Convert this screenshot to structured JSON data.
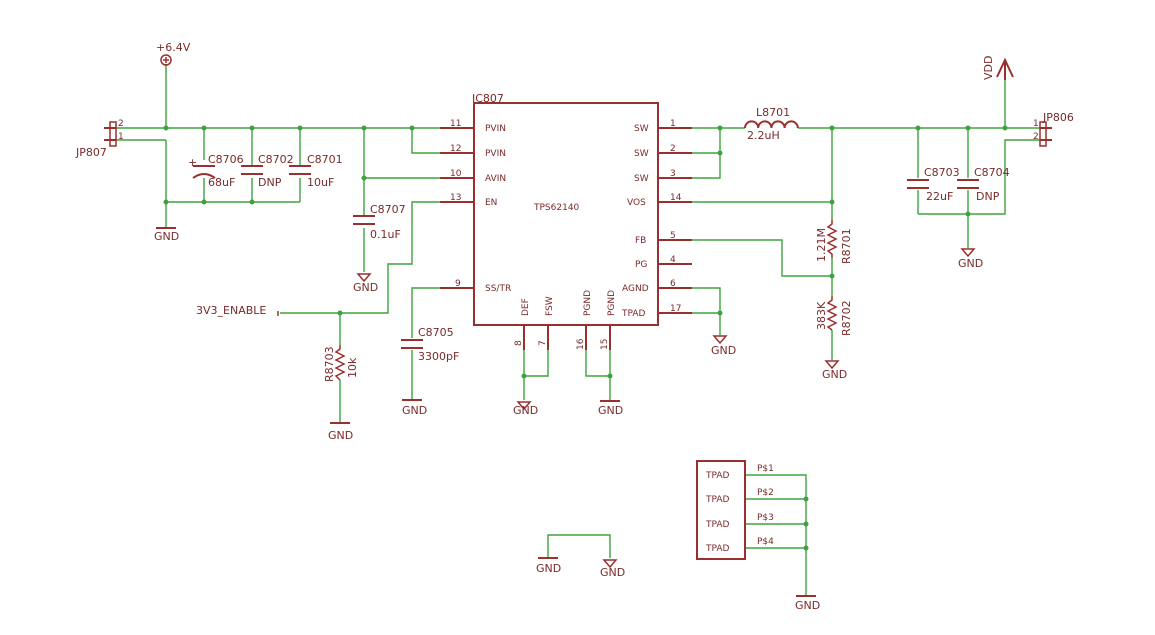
{
  "power": {
    "p64": "+6.4V",
    "vdd": "VDD",
    "enable": "3V3_ENABLE"
  },
  "ic": {
    "ref": "IC807",
    "value": "TPS62140",
    "pins_left": [
      {
        "name": "PVIN",
        "num": "11"
      },
      {
        "name": "PVIN",
        "num": "12"
      },
      {
        "name": "AVIN",
        "num": "10"
      },
      {
        "name": "EN",
        "num": "13"
      },
      {
        "name": "SS/TR",
        "num": "9"
      }
    ],
    "pins_right": [
      {
        "name": "SW",
        "num": "1"
      },
      {
        "name": "SW",
        "num": "2"
      },
      {
        "name": "SW",
        "num": "3"
      },
      {
        "name": "VOS",
        "num": "14"
      },
      {
        "name": "FB",
        "num": "5"
      },
      {
        "name": "PG",
        "num": "4"
      },
      {
        "name": "AGND",
        "num": "6"
      },
      {
        "name": "TPAD",
        "num": "17"
      }
    ],
    "pins_bottom": [
      {
        "name": "DEF",
        "num": "8"
      },
      {
        "name": "FSW",
        "num": "7"
      },
      {
        "name": "PGND",
        "num": "16"
      },
      {
        "name": "PGND",
        "num": "15"
      }
    ]
  },
  "parts": {
    "c8706": {
      "ref": "C8706",
      "value": "68uF"
    },
    "c8702": {
      "ref": "C8702",
      "value": "DNP"
    },
    "c8701": {
      "ref": "C8701",
      "value": "10uF"
    },
    "c8707": {
      "ref": "C8707",
      "value": "0.1uF"
    },
    "c8705": {
      "ref": "C8705",
      "value": "3300pF"
    },
    "c8703": {
      "ref": "C8703",
      "value": "22uF"
    },
    "c8704": {
      "ref": "C8704",
      "value": "DNP"
    },
    "l8701": {
      "ref": "L8701",
      "value": "2.2uH"
    },
    "r8701": {
      "ref": "R8701",
      "value": "1.21M"
    },
    "r8702": {
      "ref": "R8702",
      "value": "383K"
    },
    "r8703": {
      "ref": "R8703",
      "value": "10k"
    }
  },
  "connectors": {
    "jp807": {
      "ref": "JP807",
      "pin2": "2",
      "pin1": "1"
    },
    "jp806": {
      "ref": "JP806",
      "pin1": "1",
      "pin2": "2"
    }
  },
  "tpad": {
    "label": "TPAD",
    "pins": [
      "P$1",
      "P$2",
      "P$3",
      "P$4"
    ]
  },
  "gnd": "GND"
}
